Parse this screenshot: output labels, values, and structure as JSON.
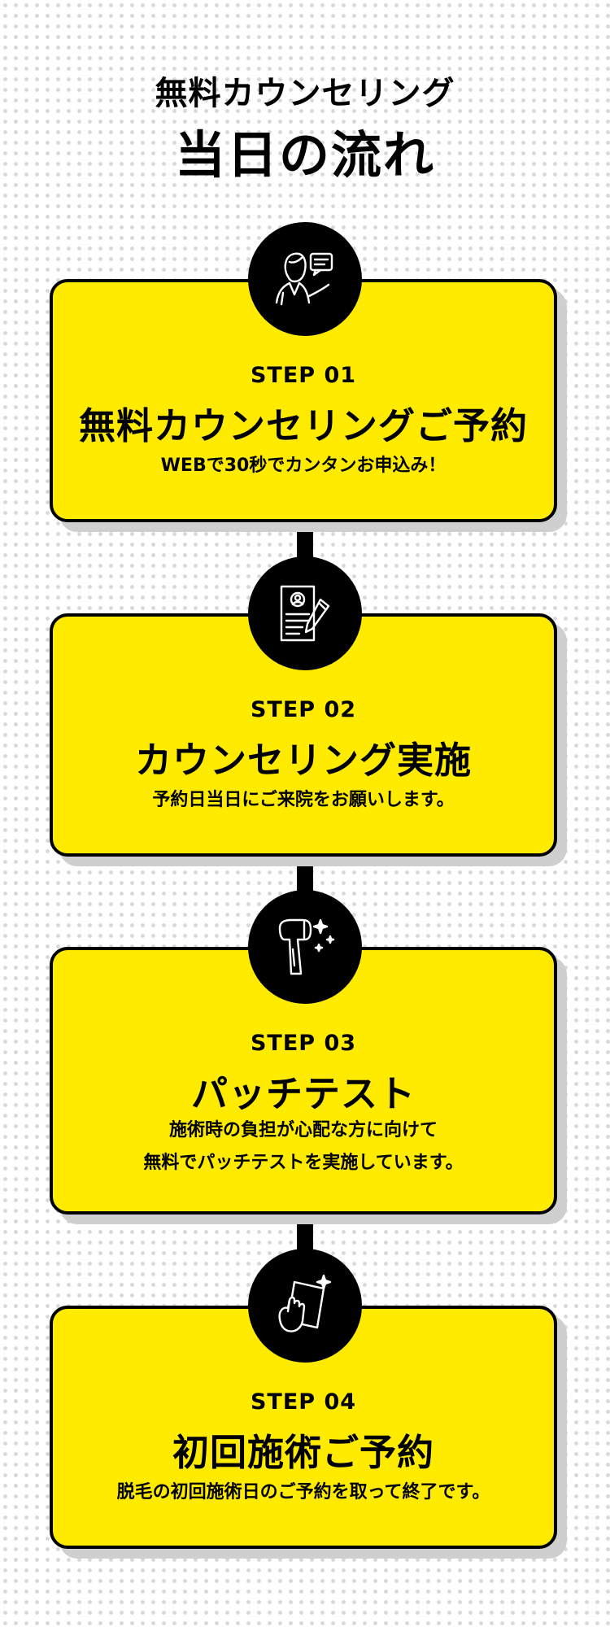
{
  "header": {
    "subtitle": "無料カウンセリング",
    "title": "当日の流れ"
  },
  "colors": {
    "card_bg": "#ffeb00",
    "icon_bg": "#000000",
    "shadow": "#cfcfcf"
  },
  "steps": [
    {
      "label": "STEP 01",
      "title": "無料カウンセリングご予約",
      "desc": [
        "WEBで30秒でカンタンお申込み！"
      ],
      "icon": "operator-chat-icon"
    },
    {
      "label": "STEP 02",
      "title": "カウンセリング実施",
      "desc": [
        "予約日当日にご来院をお願いします。"
      ],
      "icon": "document-pen-icon"
    },
    {
      "label": "STEP 03",
      "title": "パッチテスト",
      "desc": [
        "施術時の負担が心配な方に向けて",
        "無料でパッチテストを実施しています。"
      ],
      "icon": "hair-removal-device-icon"
    },
    {
      "label": "STEP 04",
      "title": "初回施術ご予約",
      "desc": [
        "脱毛の初回施術日のご予約を取って終了です。"
      ],
      "icon": "hand-card-sparkle-icon"
    }
  ]
}
